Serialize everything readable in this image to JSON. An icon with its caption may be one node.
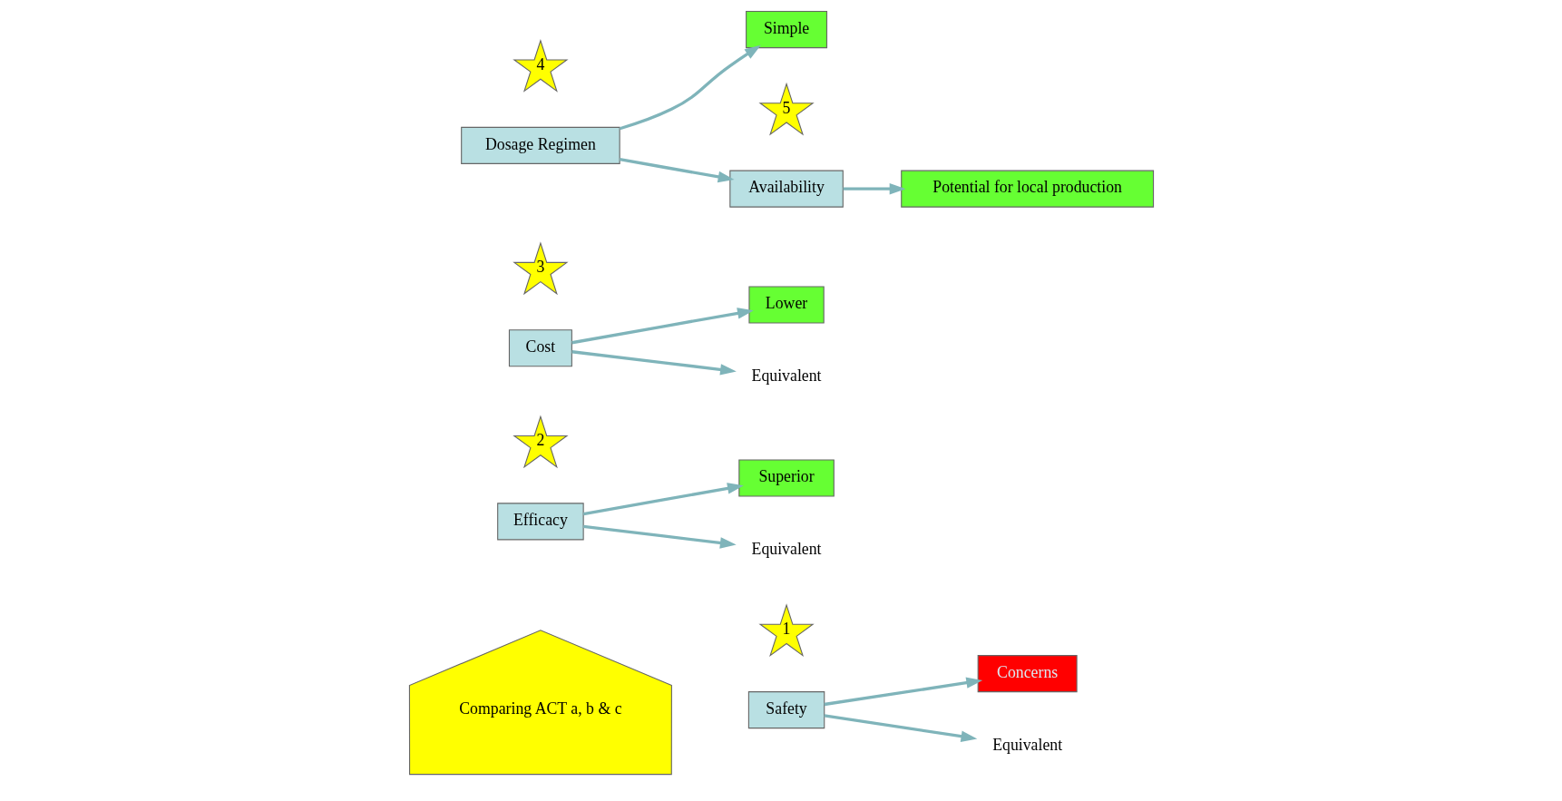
{
  "diagram": {
    "nodes": [
      {
        "text": [
          "Safety"
        ]
      },
      {
        "text": [
          "1"
        ]
      },
      {
        "text": [
          "Concerns"
        ]
      },
      {
        "text": [
          "Equivalent"
        ]
      },
      {
        "text": [
          "Efficacy"
        ]
      },
      {
        "text": [
          "2"
        ]
      },
      {
        "text": [
          "Superior"
        ]
      },
      {
        "text": [
          "Equivalent"
        ]
      },
      {
        "text": [
          "Cost"
        ]
      },
      {
        "text": [
          "3"
        ]
      },
      {
        "text": [
          "Lower"
        ]
      },
      {
        "text": [
          "Equivalent"
        ]
      },
      {
        "text": [
          "Dosage Regimen"
        ]
      },
      {
        "text": [
          "4"
        ]
      },
      {
        "text": [
          "Simple"
        ]
      },
      {
        "text": [
          "Availability"
        ]
      },
      {
        "text": [
          "5"
        ]
      },
      {
        "text": [
          "Potential for local production"
        ]
      },
      {
        "text": [
          "Comparing ACT a, b & c"
        ]
      }
    ],
    "edges": [
      {
        "from": 0,
        "to": 2,
        "arrow": "to"
      },
      {
        "from": 0,
        "to": 3,
        "arrow": "to"
      },
      {
        "from": 4,
        "to": 6,
        "arrow": "to"
      },
      {
        "from": 4,
        "to": 7,
        "arrow": "to"
      },
      {
        "from": 8,
        "to": 10,
        "arrow": "to"
      },
      {
        "from": 8,
        "to": 11,
        "arrow": "to"
      },
      {
        "from": 12,
        "to": 15,
        "arrow": "to"
      },
      {
        "from": 12,
        "to": 14,
        "arrow": "to"
      },
      {
        "from": 15,
        "to": 17,
        "arrow": "to"
      }
    ]
  }
}
